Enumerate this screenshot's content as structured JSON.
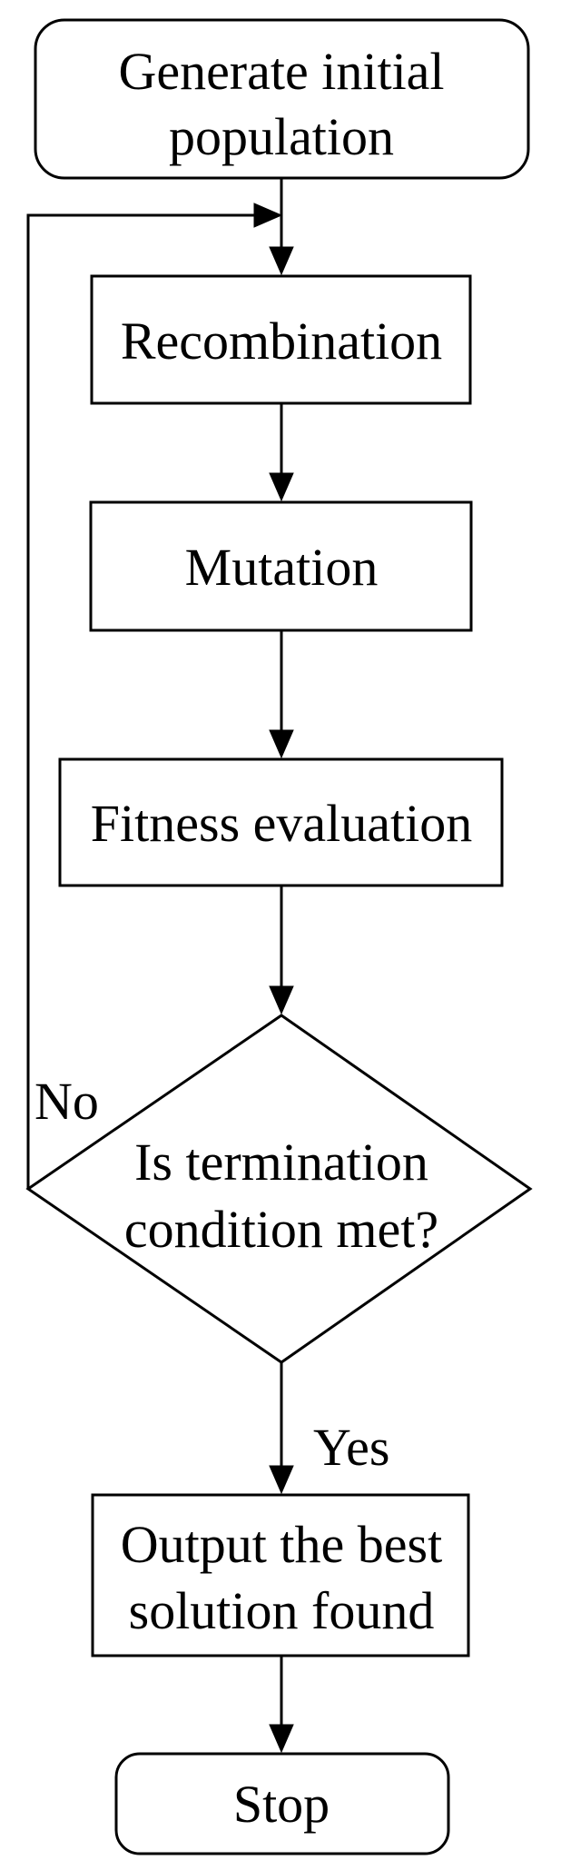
{
  "flowchart": {
    "start": {
      "line1": "Generate initial",
      "line2": "population"
    },
    "recombination": "Recombination",
    "mutation": "Mutation",
    "fitness": "Fitness evaluation",
    "decision": {
      "line1": "Is termination",
      "line2": "condition met?"
    },
    "no_label": "No",
    "yes_label": "Yes",
    "output": {
      "line1": "Output the best",
      "line2": "solution found"
    },
    "stop": "Stop"
  }
}
